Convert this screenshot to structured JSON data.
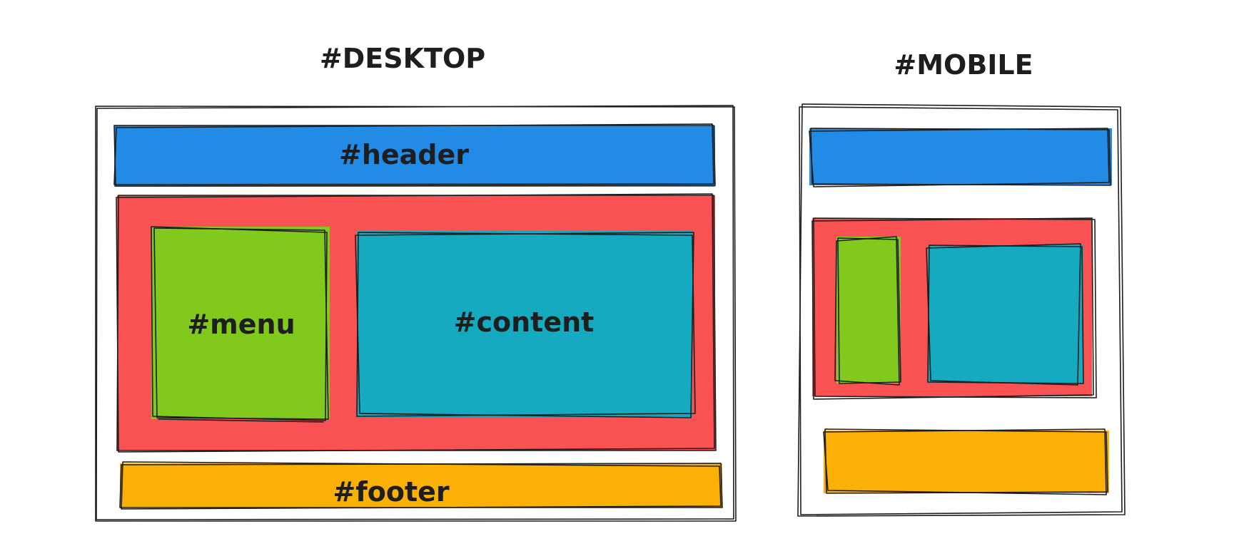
{
  "desktop": {
    "title": "#DESKTOP",
    "header_label": "#header",
    "menu_label": "#menu",
    "content_label": "#content",
    "footer_label": "#footer"
  },
  "mobile": {
    "title": "#MOBILE"
  },
  "colors": {
    "header": "#228be6",
    "main": "#fa5252",
    "menu": "#82c91e",
    "content": "#15aabf",
    "footer": "#fab005",
    "frame": "#ffffff",
    "stroke": "#1e1e1e"
  }
}
